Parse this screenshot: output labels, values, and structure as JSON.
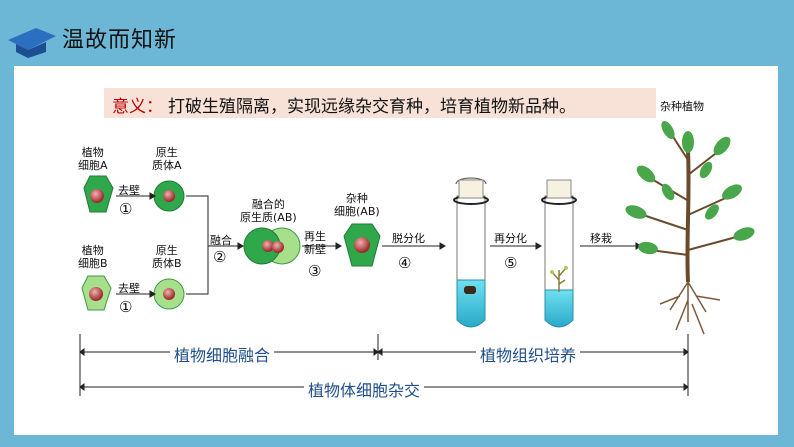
{
  "header": {
    "title": "温故而知新",
    "icon": "graduation-cap-icon"
  },
  "meaning": {
    "label": "意义：",
    "text": "打破生殖隔离，实现远缘杂交育种，培育植物新品种。"
  },
  "cells": {
    "cellA": "植物\n细胞A",
    "cellB": "植物\n细胞B",
    "protoA": "原生\n质体A",
    "protoB": "原生\n质体B",
    "fused": "融合的\n原生质(AB)",
    "hybrid": "杂种\n细胞(AB)",
    "plant": "杂种植物"
  },
  "steps": {
    "s1a": "去壁",
    "n1a": "①",
    "s1b": "去壁",
    "n1b": "①",
    "s2": "融合",
    "n2": "②",
    "s3": "再生\n新壁",
    "n3": "③",
    "s4": "脱分化",
    "n4": "④",
    "s5": "再分化",
    "n5": "⑤",
    "s6": "移栽"
  },
  "bottom": {
    "fusion": "植物细胞融合",
    "culture": "植物组织培养",
    "whole": "植物体细胞杂交"
  },
  "colors": {
    "accent": "#c00000",
    "cell": "#2ea84a",
    "cellLight": "#a8df8a",
    "nucleus": "#a83a3a",
    "frame": "#6cb6d6",
    "blueText": "#1f4e8a"
  }
}
